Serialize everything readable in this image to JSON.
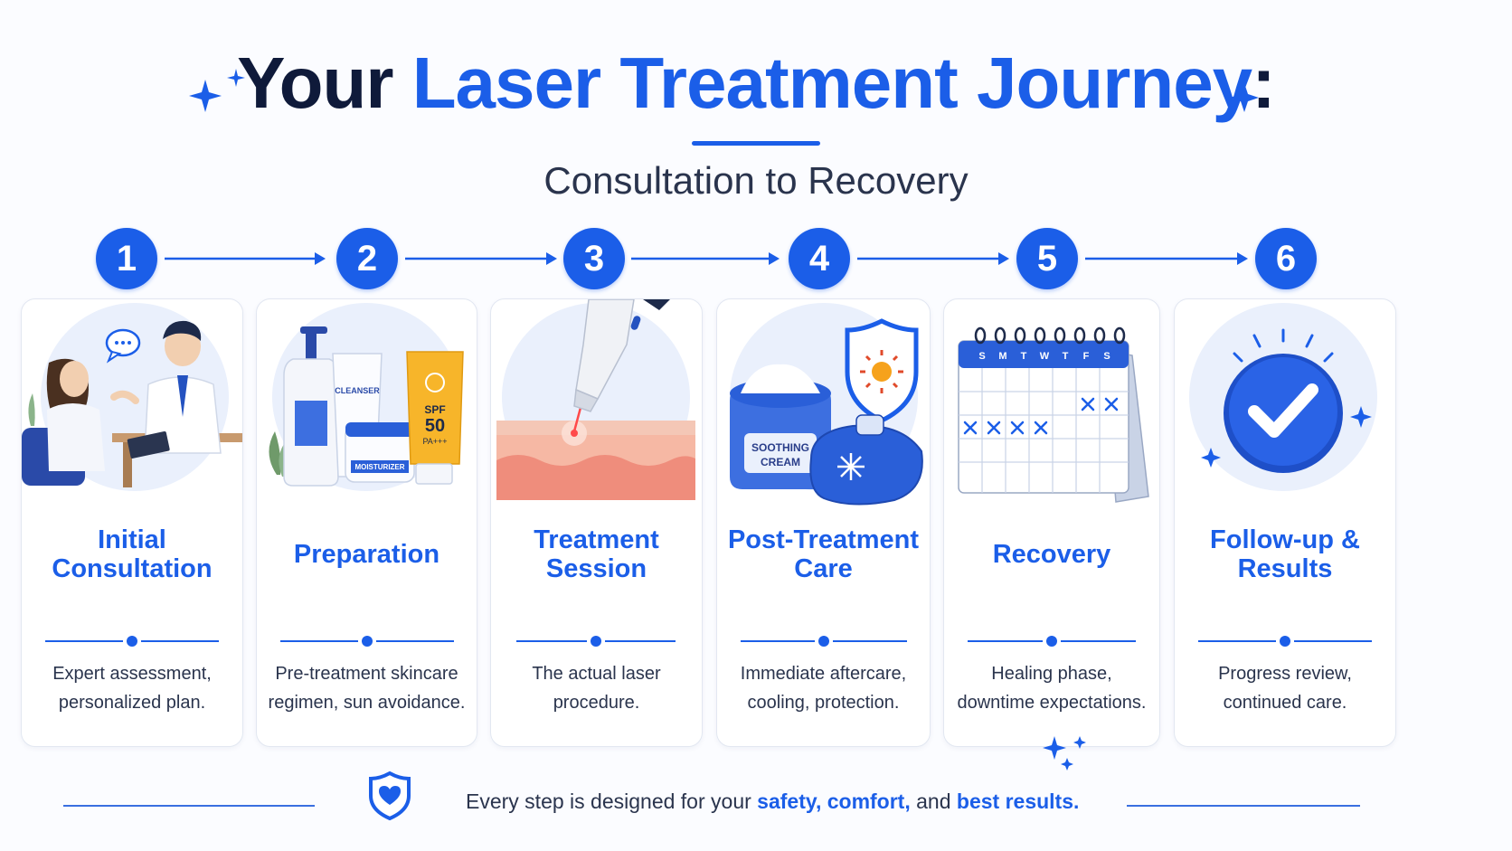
{
  "header": {
    "title_part1": "Your ",
    "title_part2": "Laser Treatment Journey",
    "title_part3": ":",
    "subtitle": "Consultation to Recovery"
  },
  "steps": [
    {
      "number": "1",
      "title_line1": "Initial",
      "title_line2": "Consultation",
      "desc_line1": "Expert assessment,",
      "desc_line2": "personalized plan."
    },
    {
      "number": "2",
      "title_line1": "Preparation",
      "title_line2": "",
      "desc_line1": "Pre-treatment skincare",
      "desc_line2": "regimen, sun avoidance."
    },
    {
      "number": "3",
      "title_line1": "Treatment",
      "title_line2": "Session",
      "desc_line1": "The actual laser",
      "desc_line2": "procedure."
    },
    {
      "number": "4",
      "title_line1": "Post-Treatment",
      "title_line2": "Care",
      "desc_line1": "Immediate aftercare,",
      "desc_line2": "cooling, protection."
    },
    {
      "number": "5",
      "title_line1": "Recovery",
      "title_line2": "",
      "desc_line1": "Healing phase,",
      "desc_line2": "downtime expectations."
    },
    {
      "number": "6",
      "title_line1": "Follow-up &",
      "title_line2": "Results",
      "desc_line1": "Progress review,",
      "desc_line2": "continued care."
    }
  ],
  "illustration_labels": {
    "cleanser": "CLEANSER",
    "moisturizer": "MOISTURIZER",
    "spf": "SPF",
    "spf_value": "50",
    "pa": "PA+++",
    "cream_line1": "SOOTHING",
    "cream_line2": "CREAM",
    "calendar_days": [
      "S",
      "M",
      "T",
      "W",
      "T",
      "F",
      "S"
    ]
  },
  "footer": {
    "text_before": "Every step is designed for your ",
    "hl1": "safety, comfort,",
    "text_mid": " and ",
    "hl2": "best results."
  },
  "colors": {
    "primary_blue": "#1b5ee8",
    "dark_navy": "#0f1a3a",
    "card_border": "#e2e7f1",
    "soft_circle": "#eaf0fc"
  },
  "icons": [
    "sparkle-icon",
    "arrow-right-icon",
    "shield-heart-icon",
    "check-badge-icon",
    "calendar-icon",
    "shield-sun-icon",
    "ice-pack-icon",
    "laser-device-icon"
  ]
}
